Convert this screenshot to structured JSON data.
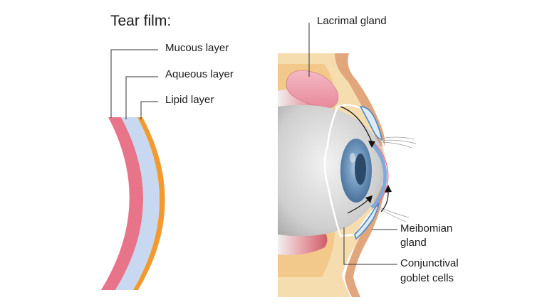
{
  "tear_film": {
    "title": "Tear film:",
    "layers": [
      {
        "label": "Mucous layer",
        "color": "#e8748a"
      },
      {
        "label": "Aqueous layer",
        "color": "#c8d8f0"
      },
      {
        "label": "Lipid layer",
        "color": "#f29a2e"
      }
    ]
  },
  "eye": {
    "labels": {
      "lacrimal_gland": "Lacrimal gland",
      "meibomian_gland_line1": "Meibomian",
      "meibomian_gland_line2": "gland",
      "goblet_cells_line1": "Conjunctival",
      "goblet_cells_line2": "goblet cells"
    },
    "colors": {
      "skin": "#f6ddb0",
      "fat": "#f3c98b",
      "lid_tissue": "#e2a67c",
      "eyeball": "#dcdcdc",
      "iris": "#5a85ad",
      "muscle": "#d9737f",
      "leader_line": "#333333"
    }
  }
}
